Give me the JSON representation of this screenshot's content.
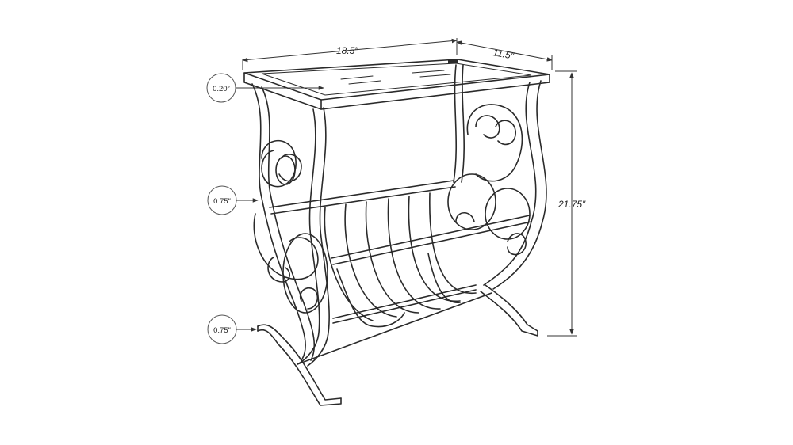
{
  "dimensions": {
    "width": "18.5″",
    "depth": "11.5″",
    "height": "21.75″"
  },
  "callouts": {
    "top_thickness": "0.20″",
    "frame_tube": "0.75″",
    "leg_tube": "0.75″"
  }
}
